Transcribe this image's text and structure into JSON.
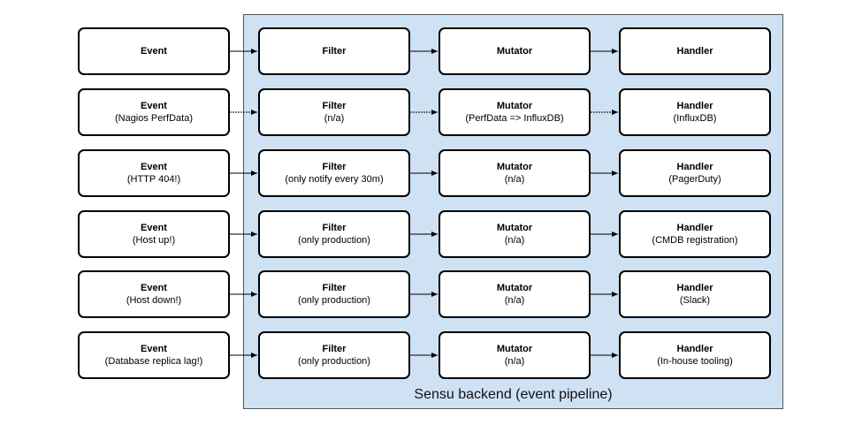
{
  "backend_label": "Sensu backend (event pipeline)",
  "rows": [
    {
      "event": {
        "title": "Event",
        "sub": ""
      },
      "filter": {
        "title": "Filter",
        "sub": ""
      },
      "mutator": {
        "title": "Mutator",
        "sub": ""
      },
      "handler": {
        "title": "Handler",
        "sub": ""
      }
    },
    {
      "event": {
        "title": "Event",
        "sub": "(Nagios PerfData)"
      },
      "filter": {
        "title": "Filter",
        "sub": "(n/a)"
      },
      "mutator": {
        "title": "Mutator",
        "sub": "(PerfData => InfluxDB)"
      },
      "handler": {
        "title": "Handler",
        "sub": "(InfluxDB)"
      }
    },
    {
      "event": {
        "title": "Event",
        "sub": "(HTTP 404!)"
      },
      "filter": {
        "title": "Filter",
        "sub": "(only notify every 30m)"
      },
      "mutator": {
        "title": "Mutator",
        "sub": "(n/a)"
      },
      "handler": {
        "title": "Handler",
        "sub": "(PagerDuty)"
      }
    },
    {
      "event": {
        "title": "Event",
        "sub": "(Host up!)"
      },
      "filter": {
        "title": "Filter",
        "sub": "(only production)"
      },
      "mutator": {
        "title": "Mutator",
        "sub": "(n/a)"
      },
      "handler": {
        "title": "Handler",
        "sub": "(CMDB registration)"
      }
    },
    {
      "event": {
        "title": "Event",
        "sub": "(Host down!)"
      },
      "filter": {
        "title": "Filter",
        "sub": "(only production)"
      },
      "mutator": {
        "title": "Mutator",
        "sub": "(n/a)"
      },
      "handler": {
        "title": "Handler",
        "sub": "(Slack)"
      }
    },
    {
      "event": {
        "title": "Event",
        "sub": "(Database replica lag!)"
      },
      "filter": {
        "title": "Filter",
        "sub": "(only production)"
      },
      "mutator": {
        "title": "Mutator",
        "sub": "(n/a)"
      },
      "handler": {
        "title": "Handler",
        "sub": "(In-house tooling)"
      }
    }
  ]
}
